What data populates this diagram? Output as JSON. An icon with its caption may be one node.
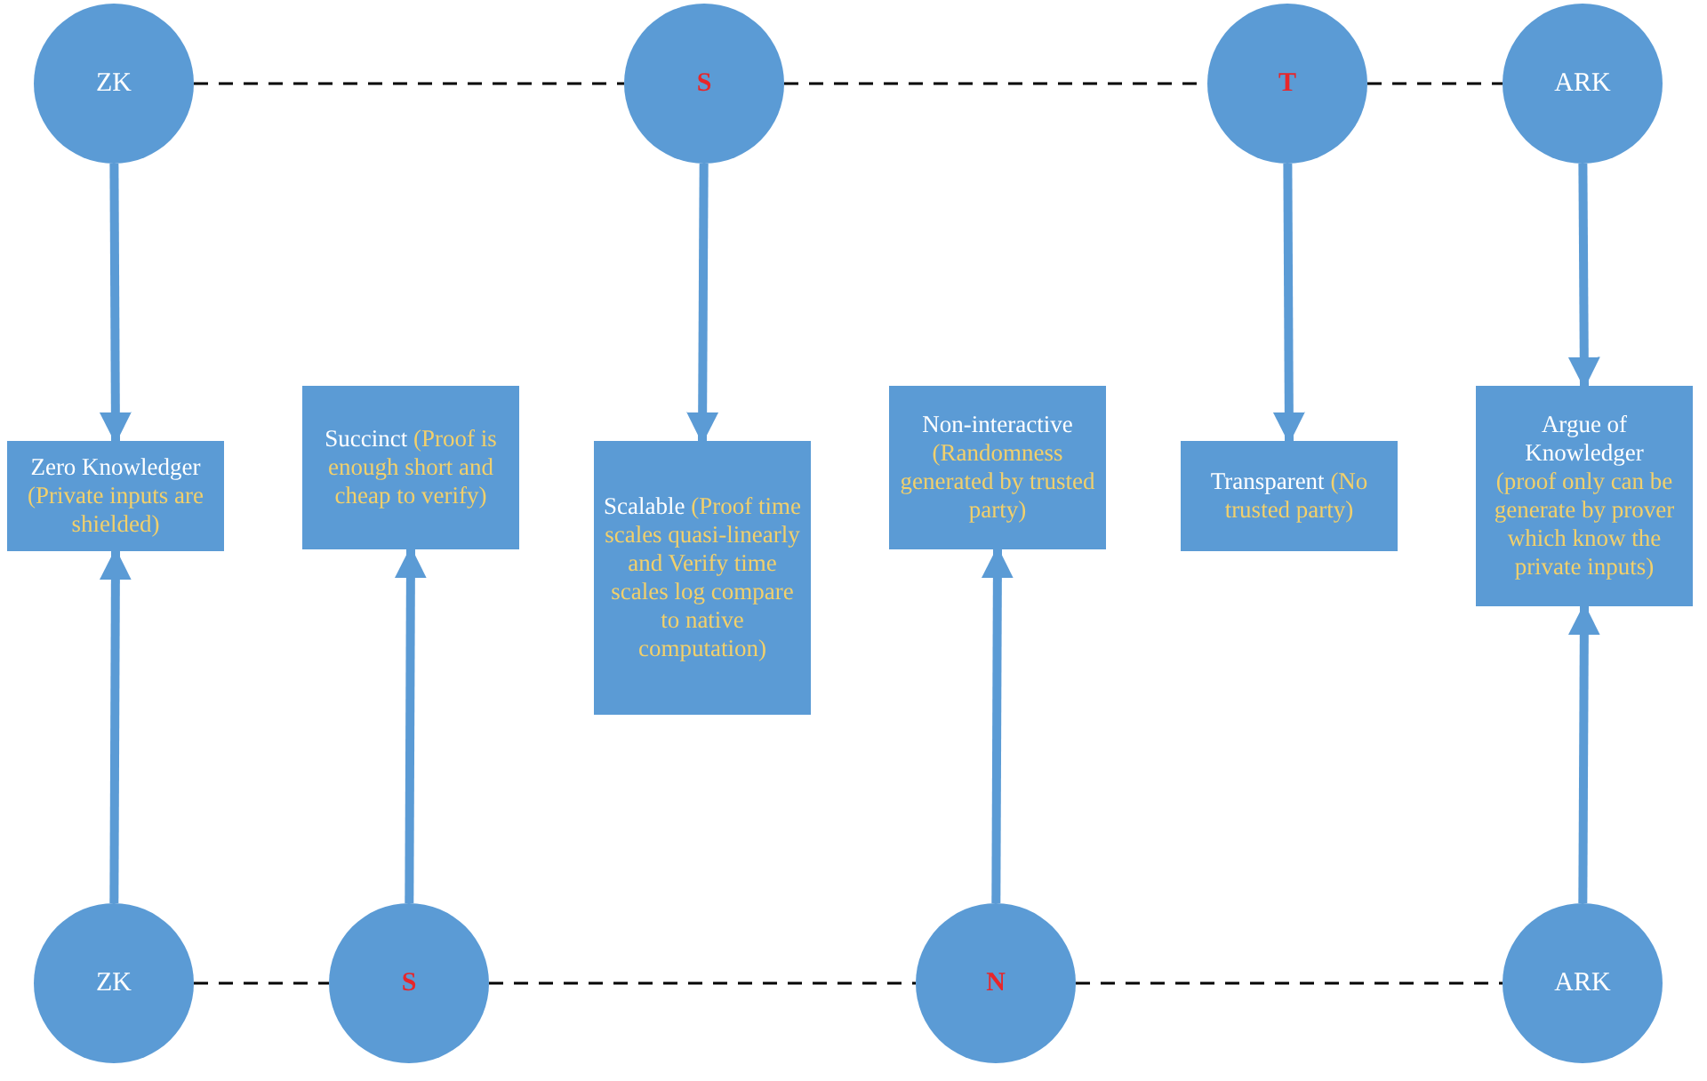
{
  "diagram": {
    "nodes": [
      {
        "text": [
          "ZK"
        ]
      },
      {
        "text": [
          "S"
        ]
      },
      {
        "text": [
          "T"
        ]
      },
      {
        "text": [
          "ARK"
        ]
      },
      {
        "text": [
          "Zero Knowledger",
          "(Private inputs are shielded)"
        ]
      },
      {
        "text": [
          "Succinct",
          "(Proof is enough short and cheap to verify)"
        ]
      },
      {
        "text": [
          "Scalable",
          "(Proof time scales quasi-linearly and Verify time scales log compare to native computation)"
        ]
      },
      {
        "text": [
          "Non-interactive",
          "(Randomness generated by trusted party)"
        ]
      },
      {
        "text": [
          "Transparent",
          "(No trusted party)"
        ]
      },
      {
        "text": [
          "Argue of Knowledger",
          "(proof only can be generate by prover which know the private inputs)"
        ]
      },
      {
        "text": [
          "ZK"
        ]
      },
      {
        "text": [
          "S"
        ]
      },
      {
        "text": [
          "N"
        ]
      },
      {
        "text": [
          "ARK"
        ]
      }
    ],
    "edges": [
      {
        "from": 0,
        "to": 1,
        "arrow": "none",
        "style": "dashed",
        "color": "#000000"
      },
      {
        "from": 1,
        "to": 2,
        "arrow": "none",
        "style": "dashed",
        "color": "#000000"
      },
      {
        "from": 2,
        "to": 3,
        "arrow": "none",
        "style": "dashed",
        "color": "#000000"
      },
      {
        "from": 0,
        "to": 4,
        "arrow": "to"
      },
      {
        "from": 1,
        "to": 6,
        "arrow": "to"
      },
      {
        "from": 2,
        "to": 8,
        "arrow": "to"
      },
      {
        "from": 3,
        "to": 9,
        "arrow": "to"
      },
      {
        "from": 10,
        "to": 4,
        "arrow": "to"
      },
      {
        "from": 11,
        "to": 5,
        "arrow": "to"
      },
      {
        "from": 12,
        "to": 7,
        "arrow": "to"
      },
      {
        "from": 13,
        "to": 9,
        "arrow": "to"
      },
      {
        "from": 10,
        "to": 11,
        "arrow": "none",
        "style": "dashed",
        "color": "#000000"
      },
      {
        "from": 11,
        "to": 12,
        "arrow": "none",
        "style": "dashed",
        "color": "#000000"
      },
      {
        "from": 12,
        "to": 13,
        "arrow": "none",
        "style": "dashed",
        "color": "#000000"
      }
    ]
  }
}
